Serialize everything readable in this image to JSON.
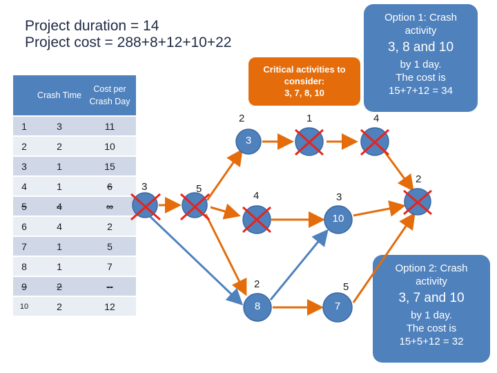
{
  "header": {
    "line1": "Project duration = 14",
    "line2": "Project cost  = 288+8+12+10+22"
  },
  "option1": {
    "line1": "Option 1: Crash",
    "line2": "activity",
    "activities": "3, 8 and 10",
    "line4": "by 1 day.",
    "line5": "The cost is",
    "line6": "15+7+12 = 34"
  },
  "option2": {
    "line1": "Option 2: Crash",
    "line2": "activity",
    "activities": "3, 7 and 10",
    "line4": "by 1 day.",
    "line5": "The cost is",
    "line6": "15+5+12 = 32"
  },
  "critical": {
    "line1": "Critical activities to",
    "line2": "consider:",
    "line3": "3, 7, 8, 10"
  },
  "table": {
    "header_time": "Crash Time",
    "header_cost": "Cost per Crash Day",
    "rows": [
      {
        "activity": "1",
        "time": "3",
        "cost": "11"
      },
      {
        "activity": "2",
        "time": "2",
        "cost": "10"
      },
      {
        "activity": "3",
        "time": "1",
        "cost": "15"
      },
      {
        "activity": "4",
        "time": "1",
        "cost": "6"
      },
      {
        "activity": "5",
        "time": "4",
        "cost": "∞"
      },
      {
        "activity": "6",
        "time": "4",
        "cost": "2"
      },
      {
        "activity": "7",
        "time": "1",
        "cost": "5"
      },
      {
        "activity": "8",
        "time": "1",
        "cost": "7"
      },
      {
        "activity": "9",
        "time": "2",
        "cost": "--"
      },
      {
        "activity": "10",
        "time": "2",
        "cost": "12"
      }
    ]
  },
  "network": {
    "duration_labels": [
      "3",
      "5",
      "2",
      "1",
      "4",
      "4",
      "3",
      "2",
      "2",
      "5"
    ],
    "node_labels": [
      "3",
      "10",
      "8",
      "7"
    ],
    "colors": {
      "node": "#4f81bd",
      "arrow_orange": "#e46c0a",
      "arrow_blue": "#4f81bd",
      "cross": "#e8231a"
    }
  }
}
